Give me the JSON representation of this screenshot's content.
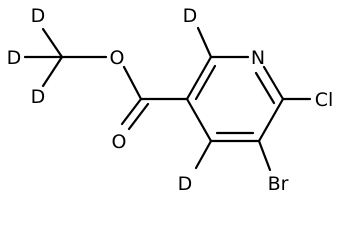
{
  "molecule": {
    "atoms": {
      "d_methyl_top": "D",
      "d_methyl_left": "D",
      "d_methyl_bottom": "D",
      "ester_oxygen": "O",
      "carbonyl_oxygen": "O",
      "d_ring_top": "D",
      "ring_nitrogen": "N",
      "chlorine": "Cl",
      "d_ring_bottom": "D",
      "bromine": "Br"
    },
    "colors": {
      "bond": "#000000",
      "label": "#000000",
      "background": "#ffffff"
    }
  }
}
